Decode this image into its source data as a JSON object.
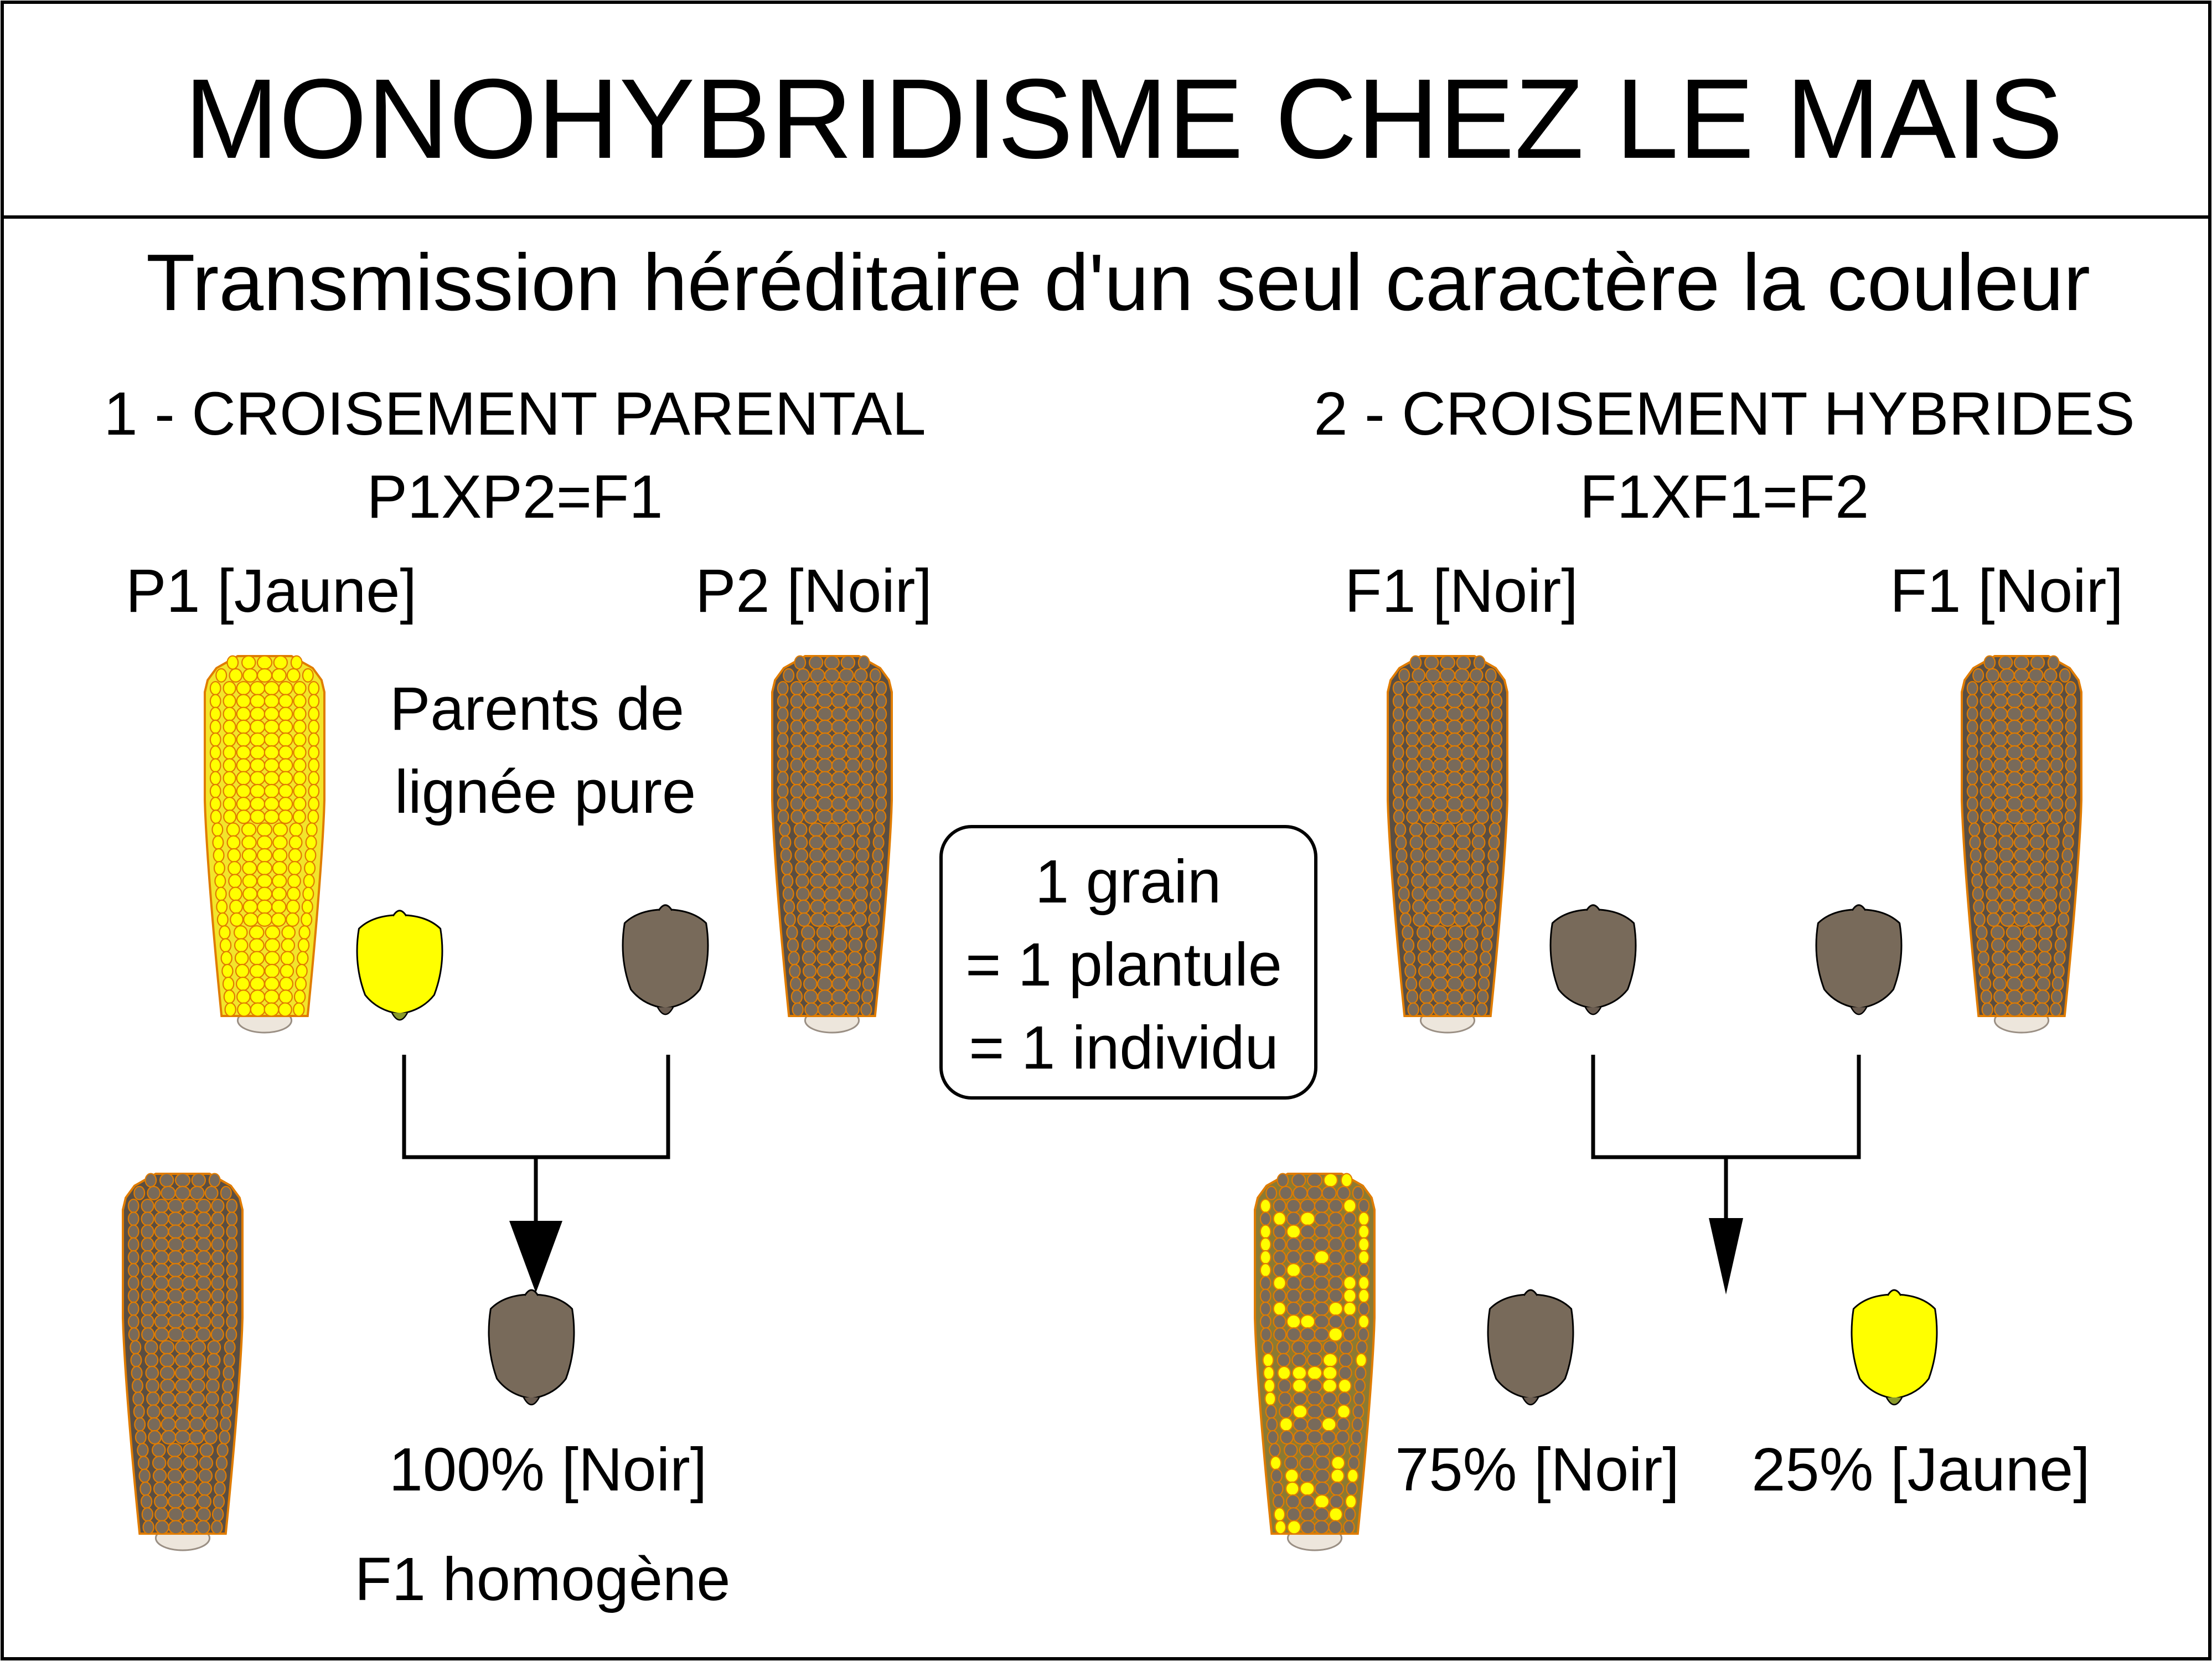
{
  "title": "MONOHYBRIDISME CHEZ LE MAIS",
  "subtitle": "Transmission héréditaire d'un seul caractère la couleur",
  "colors": {
    "yellow_grain": "#ffff00",
    "black_grain": "#786a5a",
    "kernel_outline": "#e07c00",
    "cob_yellow": "#f2e52a",
    "frame": "#000000"
  },
  "cross1": {
    "heading": "1 - CROISEMENT PARENTAL",
    "formula": "P1XP2=F1",
    "parent1_label": "P1 [Jaune]",
    "parent2_label": "P2 [Noir]",
    "pure_line_label_1": "Parents de",
    "pure_line_label_2": "lignée pure",
    "result_label": "100% [Noir]",
    "generation_label": "F1 homogène"
  },
  "note": {
    "line1": "1 grain",
    "line2": "= 1 plantule",
    "line3": "= 1 individu"
  },
  "cross2": {
    "heading": "2 - CROISEMENT HYBRIDES",
    "formula": "F1XF1=F2",
    "parent1_label": "F1 [Noir]",
    "parent2_label": "F1 [Noir]",
    "result_black_label": "75% [Noir]",
    "result_yellow_label": "25% [Jaune]",
    "result_black_percent": 75,
    "result_yellow_percent": 25
  }
}
